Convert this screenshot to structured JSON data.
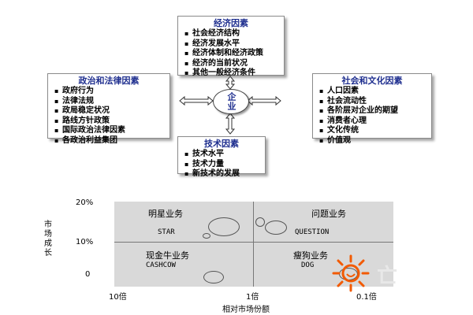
{
  "economic": {
    "title": "经济因素",
    "items": [
      "社会经济结构",
      "经济发展水平",
      "经济体制和经济政策",
      "经济的当前状况",
      "其他一般经济条件"
    ]
  },
  "political": {
    "title": "政治和法律因素",
    "items": [
      "政府行为",
      "法律法规",
      "政局稳定状况",
      "路线方针政策",
      "国际政治法律因素",
      "各政治利益集团"
    ]
  },
  "social": {
    "title": "社会和文化因素",
    "items": [
      "人口因素",
      "社会流动性",
      "各阶层对企业的期望",
      "消费者心理",
      "文化传统",
      "价值观"
    ]
  },
  "technology": {
    "title": "技术因素",
    "items": [
      "技术水平",
      "技术力量",
      "新技术的发展"
    ]
  },
  "center": {
    "label": "企业"
  },
  "matrix": {
    "y_axis_label": "市场成长",
    "y_ticks": [
      "20%",
      "10%",
      "0"
    ],
    "x_ticks": [
      "10倍",
      "1倍",
      "0.1倍"
    ],
    "x_axis_label": "相对市场份额",
    "quadrants": {
      "star": {
        "cn": "明星业务",
        "en": "STAR"
      },
      "question": {
        "cn": "问题业务",
        "en": "QUESTION"
      },
      "cashcow": {
        "cn": "现金牛业务",
        "en": "CASHCOW"
      },
      "dog": {
        "cn": "瘦狗业务",
        "en": "DOG"
      }
    }
  },
  "colors": {
    "title_blue": "#1f2f8f",
    "matrix_fill": "#d9d9d9",
    "watermark": "#f25a00"
  }
}
